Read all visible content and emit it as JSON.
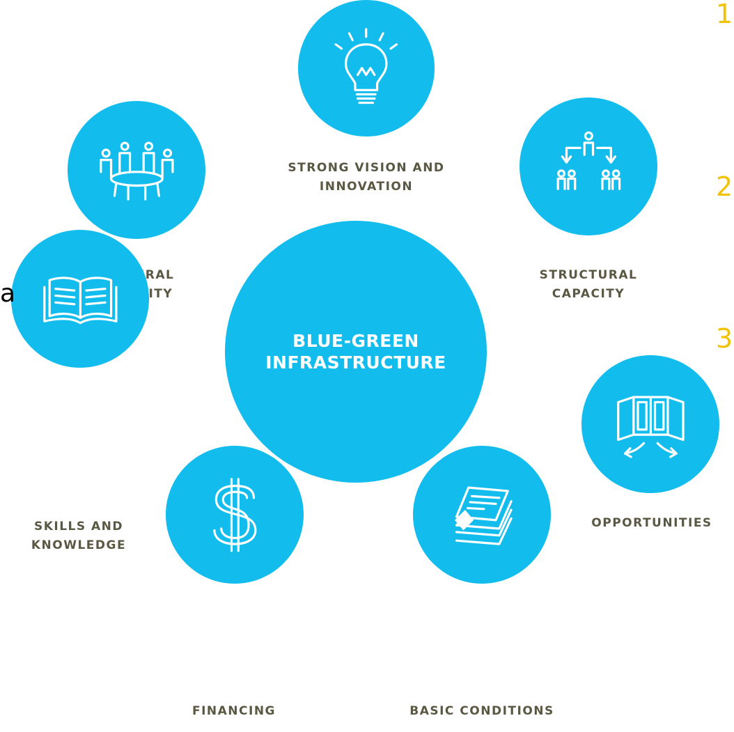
{
  "diagram": {
    "center_label": "BLUE-GREEN\nINFRASTRUCTURE",
    "nodes": [
      {
        "id": "vision",
        "icon": "lightbulb-icon",
        "label": "STRONG VISION AND\nINNOVATION"
      },
      {
        "id": "cultural",
        "icon": "meeting-table-icon",
        "label": "CULTURAL\nCAPACITY"
      },
      {
        "id": "structural",
        "icon": "org-chart-icon",
        "label": "STRUCTURAL\nCAPACITY"
      },
      {
        "id": "skills",
        "icon": "open-book-icon",
        "label": "SKILLS AND\nKNOWLEDGE"
      },
      {
        "id": "opportunities",
        "icon": "open-window-icon",
        "label": "OPPORTUNITIES"
      },
      {
        "id": "financing",
        "icon": "dollar-icon",
        "label": "FINANCING"
      },
      {
        "id": "basic",
        "icon": "document-layers-icon",
        "label": "BASIC CONDITIONS"
      }
    ],
    "colors": {
      "circle": "#12bdee",
      "label": "#5a5742",
      "markers": "#f2c100"
    }
  },
  "overlay": {
    "left_fragment": "a",
    "markers": [
      "1",
      "2",
      "3"
    ]
  }
}
